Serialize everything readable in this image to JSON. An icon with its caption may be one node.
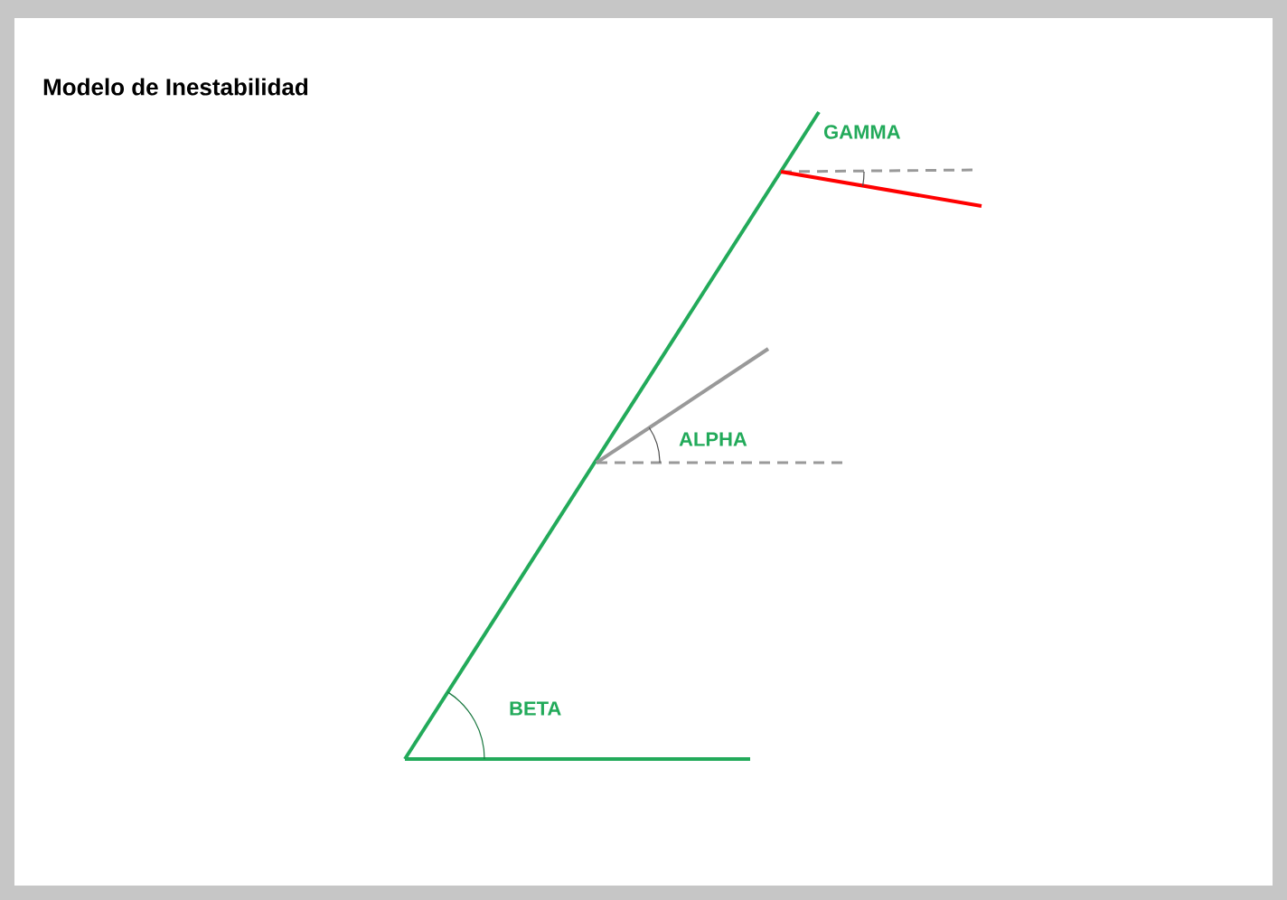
{
  "diagram": {
    "title": "Modelo de Inestabilidad",
    "labels": [
      "GAMMA",
      "ALPHA",
      "BETA"
    ]
  }
}
